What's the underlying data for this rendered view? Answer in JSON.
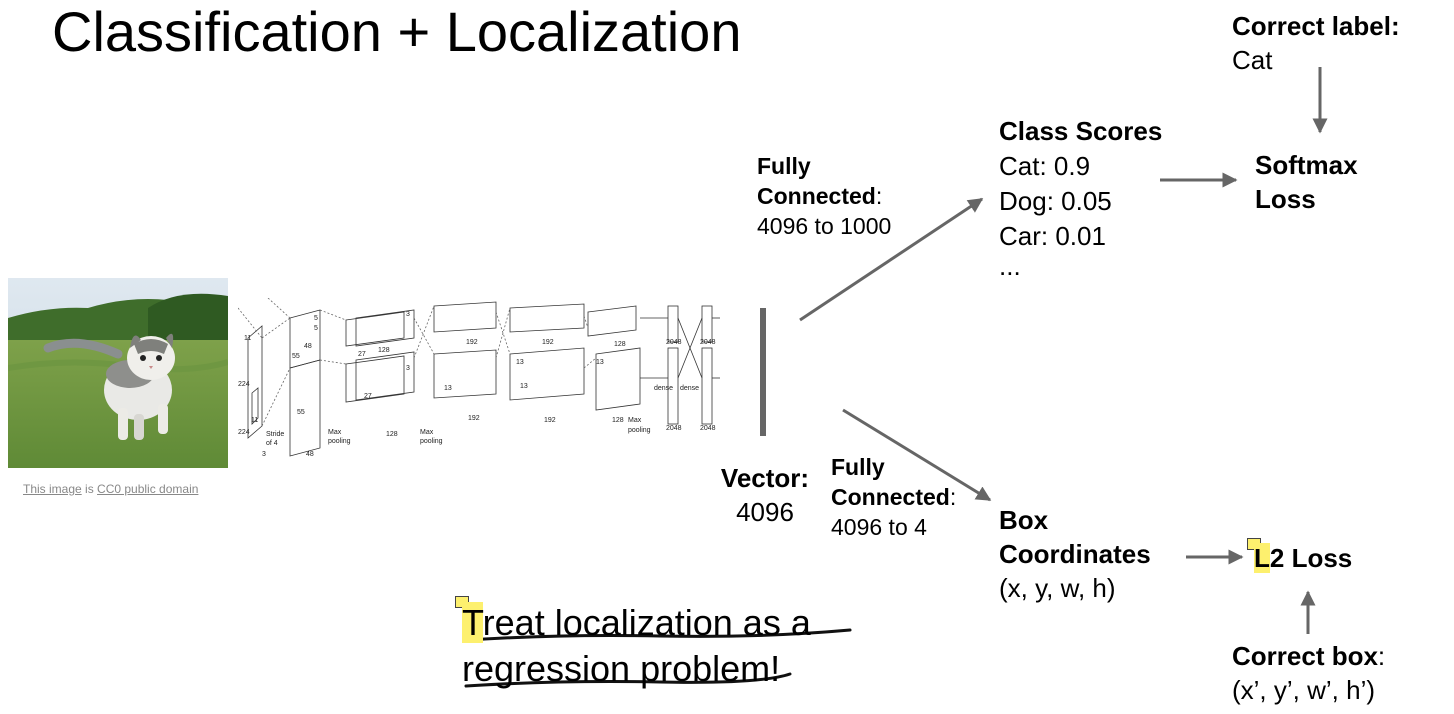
{
  "title": "Classification + Localization",
  "correct_label": {
    "heading": "Correct label:",
    "value": "Cat"
  },
  "softmax": {
    "line1": "Softmax",
    "line2": "Loss"
  },
  "class_scores": {
    "heading": "Class Scores",
    "items": [
      "Cat: 0.9",
      "Dog: 0.05",
      "Car: 0.01",
      "..."
    ]
  },
  "fc_top": {
    "line1": "Fully",
    "line2": "Connected",
    "colon": ":",
    "line3": "4096 to 1000"
  },
  "fc_bottom": {
    "line1": "Fully",
    "line2": "Connected",
    "colon": ":",
    "line3": "4096 to 4"
  },
  "vector": {
    "heading": "Vector:",
    "value": "4096"
  },
  "box_coords": {
    "line1": "Box",
    "line2": "Coordinates",
    "line3": "(x, y, w, h)"
  },
  "l2": {
    "first": "L",
    "rest": "2 Loss"
  },
  "correct_box": {
    "heading": "Correct box",
    "colon": ":",
    "value": "(x’, y’, w’, h’)"
  },
  "credit": {
    "link1": "This image",
    "mid": " is ",
    "link2": "CC0 public domain"
  },
  "note": {
    "first": "T",
    "line1_rest": "reat localization as a",
    "line2": "regression problem",
    "end": "!"
  },
  "network_labels": {
    "n224a": "224",
    "n224b": "224",
    "n11a": "11",
    "n11b": "11",
    "n3": "3",
    "stride": "Stride",
    "of4": "of 4",
    "n55a": "55",
    "n55b": "55",
    "n48a": "48",
    "n48b": "48",
    "n5a": "5",
    "n5b": "5",
    "n27a": "27",
    "n27b": "27",
    "n128a": "128",
    "n128b": "128",
    "n128c": "128",
    "n128d": "128",
    "n3a": "3",
    "n3b": "3",
    "n13a": "13",
    "n13b": "13",
    "n13c": "13",
    "n13d": "13",
    "n192a": "192",
    "n192b": "192",
    "n192c": "192",
    "n192d": "192",
    "max": "Max",
    "pooling": "pooling",
    "dense": "dense",
    "n2048a": "2048",
    "n2048b": "2048",
    "n2048c": "2048",
    "n2048d": "2048"
  },
  "colors": {
    "arrow": "#666666",
    "highlight": "#fdf06e",
    "credit": "#888888"
  }
}
